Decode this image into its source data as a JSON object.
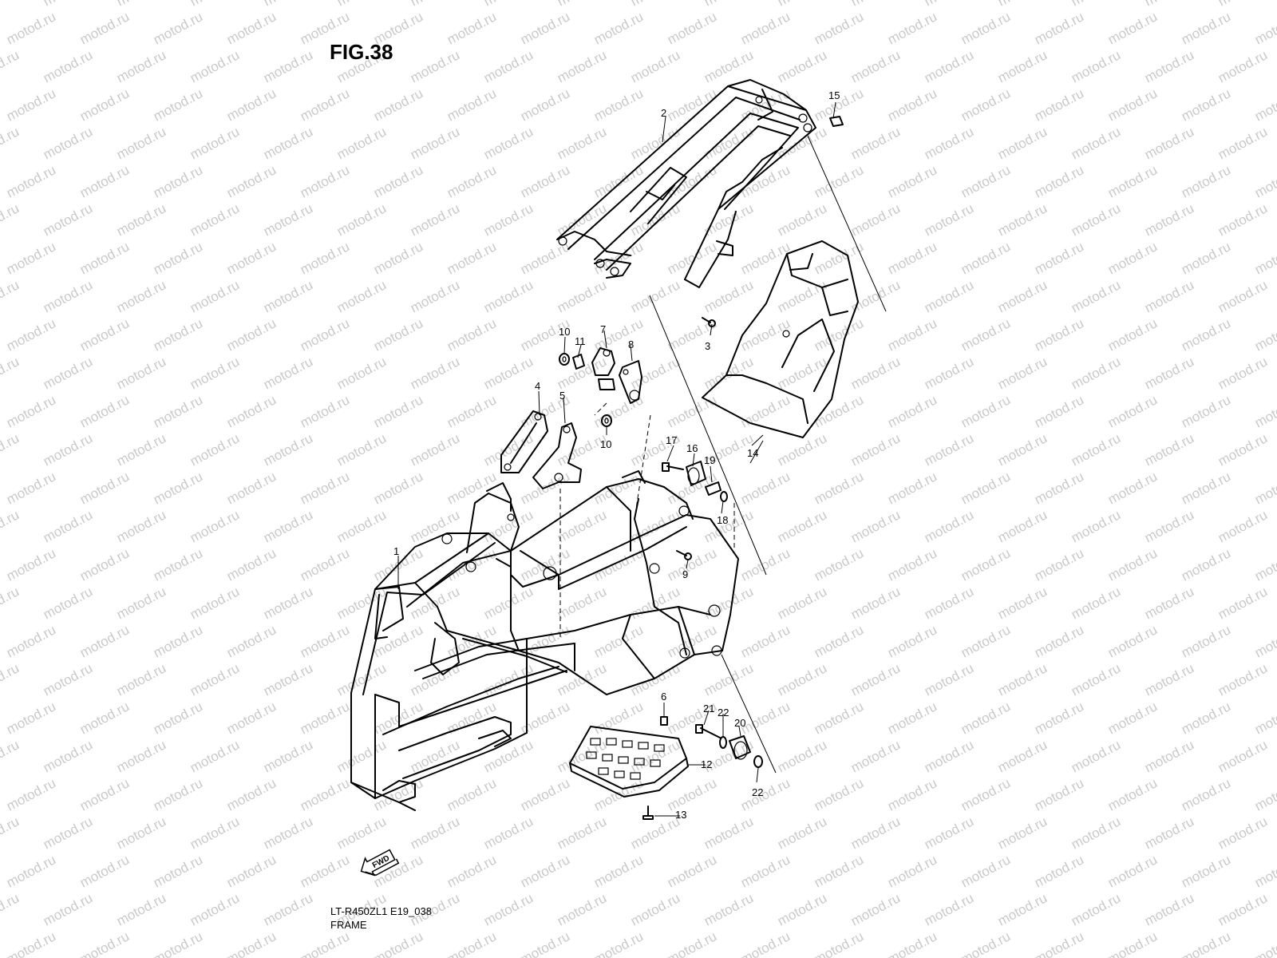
{
  "figure": {
    "title": "FIG.38",
    "code": "LT-R450ZL1 E19_038",
    "name": "FRAME",
    "direction_label": "FWD"
  },
  "watermark": "motod.ru",
  "callouts": [
    "1",
    "2",
    "3",
    "4",
    "5",
    "6",
    "7",
    "8",
    "9",
    "10",
    "10",
    "11",
    "12",
    "13",
    "14",
    "15",
    "16",
    "17",
    "18",
    "19",
    "20",
    "21",
    "22",
    "22"
  ]
}
